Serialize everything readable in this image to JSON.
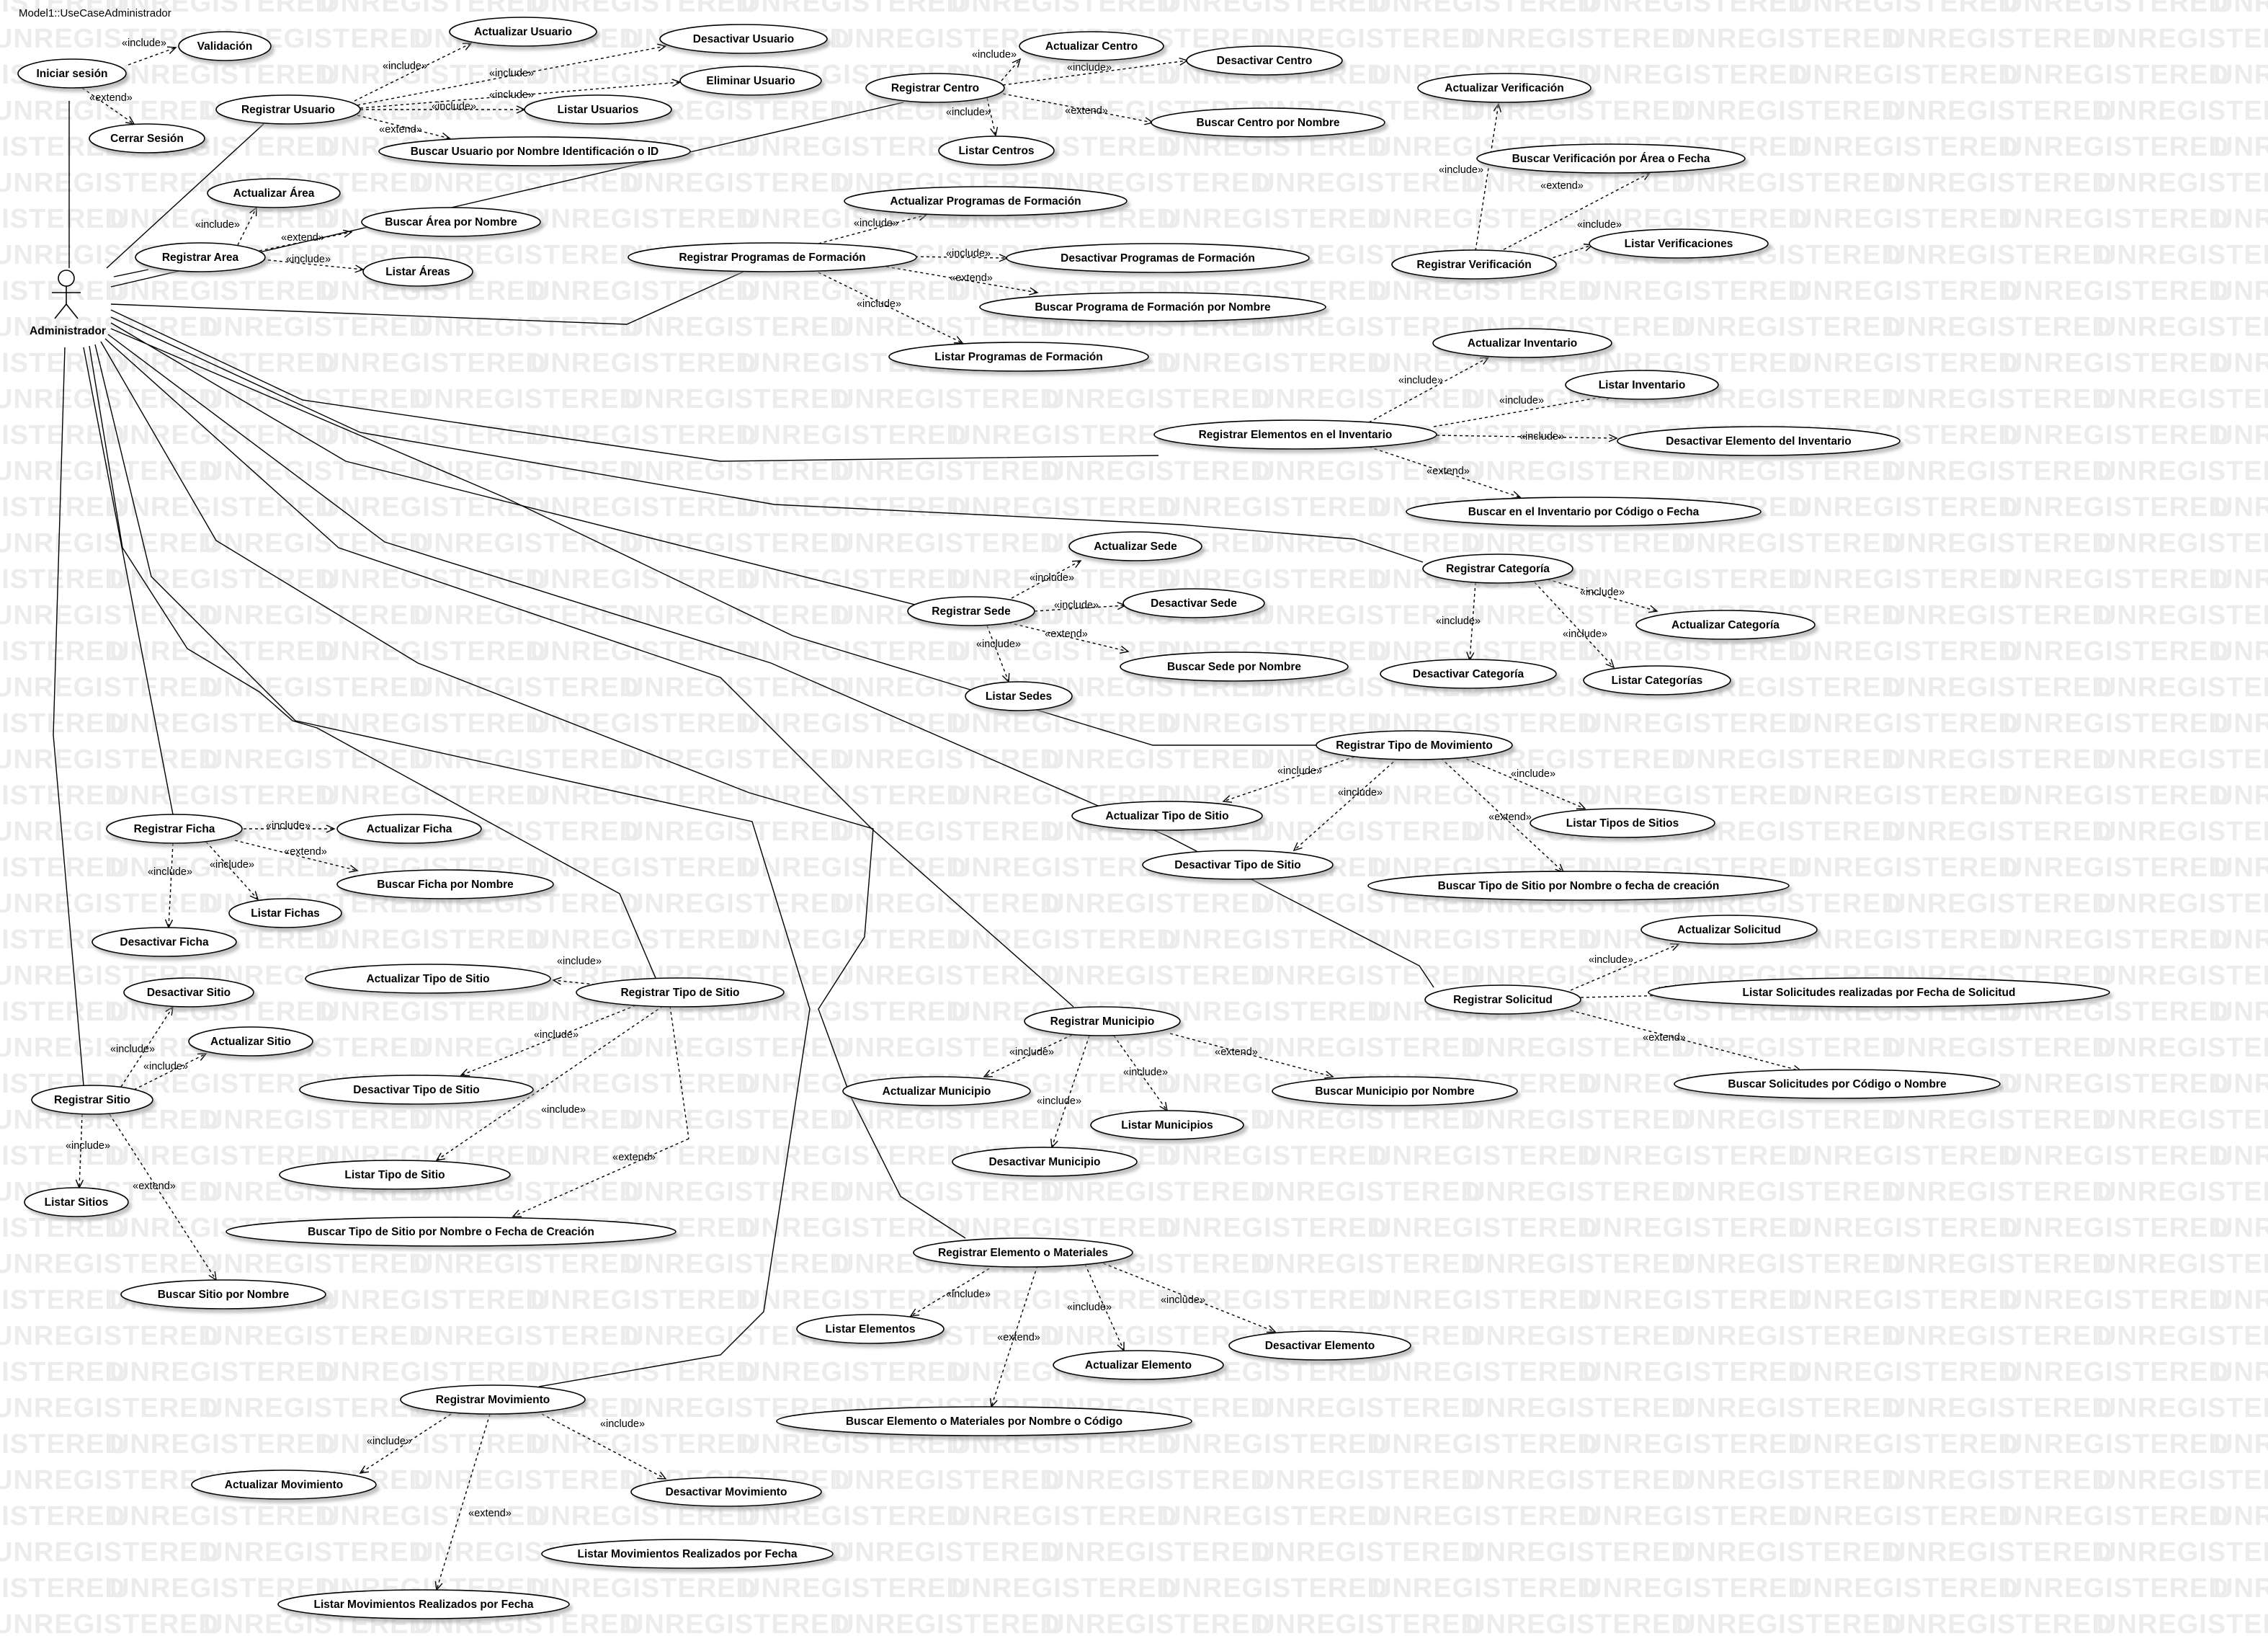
{
  "frame_title": "Model1::UseCaseAdministrador",
  "watermark": "UNREGISTERED",
  "actor": {
    "label": "Administrador"
  },
  "stereotypes": {
    "include": "«include»",
    "extend": "«extend»"
  },
  "use_cases": {
    "iniciar_sesion": "Iniciar sesión",
    "validacion": "Validación",
    "cerrar_sesion": "Cerrar Sesión",
    "registrar_usuario": "Registrar Usuario",
    "actualizar_usuario": "Actualizar Usuario",
    "desactivar_usuario": "Desactivar Usuario",
    "eliminar_usuario": "Eliminar Usuario",
    "listar_usuarios": "Listar Usuarios",
    "buscar_usuario": "Buscar Usuario por Nombre Identificación o ID",
    "registrar_centro": "Registrar Centro",
    "actualizar_centro": "Actualizar Centro",
    "desactivar_centro": "Desactivar Centro",
    "listar_centros": "Listar Centros",
    "buscar_centro": "Buscar Centro por Nombre",
    "actualizar_verificacion": "Actualizar Verificación",
    "buscar_verificacion": "Buscar Verificación por Área o Fecha",
    "listar_verificaciones": "Listar Verificaciones",
    "registrar_verificacion": "Registrar Verificación",
    "actualizar_area": "Actualizar Área",
    "registrar_area": "Registrar Area",
    "buscar_area": "Buscar Área por Nombre",
    "listar_areas": "Listar Áreas",
    "actualizar_programas": "Actualizar Programas de Formación",
    "registrar_programas": "Registrar  Programas de Formación",
    "desactivar_programas": "Desactivar Programas de Formación",
    "buscar_programa": "Buscar Programa de Formación por Nombre",
    "listar_programas": "Listar Programas de Formación",
    "actualizar_inventario": "Actualizar Inventario",
    "listar_inventario": "Listar Inventario",
    "registrar_inventario": "Registrar Elementos en el Inventario",
    "desactivar_inventario": "Desactivar Elemento del Inventario",
    "buscar_inventario": "Buscar en el Inventario por Código o Fecha",
    "registrar_categoria": "Registrar Categoría",
    "actualizar_categoria": "Actualizar Categoría",
    "desactivar_categoria": "Desactivar Categoría",
    "listar_categorias": "Listar Categorías",
    "actualizar_sede": "Actualizar Sede",
    "registrar_sede": "Registrar Sede",
    "desactivar_sede": "Desactivar Sede",
    "buscar_sede": "Buscar Sede por Nombre",
    "listar_sedes": "Listar Sedes",
    "registrar_tipo_mov": "Registrar Tipo de Movimiento",
    "actualizar_tipo_sitio_mov": "Actualizar Tipo de Sitio",
    "desactivar_tipo_sitio_mov": "Desactivar Tipo de Sitio",
    "listar_tipos_sitios": "Listar Tipos de Sitios",
    "buscar_tipo_sitio_fecha": "Buscar Tipo de Sitio por Nombre o fecha de creación",
    "registrar_ficha": "Registrar Ficha",
    "actualizar_ficha": "Actualizar Ficha",
    "buscar_ficha": "Buscar Ficha por Nombre",
    "listar_fichas": "Listar Fichas",
    "desactivar_ficha": "Desactivar Ficha",
    "actualizar_tipo_sitio": "Actualizar Tipo de Sitio",
    "registrar_tipo_sitio": "Registrar Tipo de Sitio",
    "desactivar_tipo_sitio": "Desactivar Tipo de Sitio",
    "listar_tipo_sitio": "Listar Tipo de Sitio",
    "buscar_tipo_sitio": "Buscar Tipo de Sitio por Nombre o Fecha de Creación",
    "desactivar_sitio": "Desactivar Sitio",
    "actualizar_sitio": "Actualizar Sitio",
    "registrar_sitio": "Registrar Sitio",
    "listar_sitios": "Listar Sitios",
    "buscar_sitio": "Buscar Sitio por Nombre",
    "actualizar_solicitud": "Actualizar Solicitud",
    "registrar_solicitud": "Registrar Solicitud",
    "listar_solicitudes": "Listar Solicitudes realizadas por Fecha de Solicitud",
    "buscar_solicitudes": "Buscar Solicitudes por Código o Nombre",
    "registrar_municipio": "Registrar Municipio",
    "actualizar_municipio": "Actualizar Municipio",
    "desactivar_municipio": "Desactivar Municipio",
    "listar_municipios": "Listar Municipios",
    "buscar_municipio": "Buscar Municipio por Nombre",
    "registrar_elemento": "Registrar Elemento o Materiales",
    "listar_elementos": "Listar Elementos",
    "actualizar_elemento": "Actualizar Elemento",
    "desactivar_elemento": "Desactivar Elemento",
    "buscar_elemento": "Buscar Elemento o Materiales por Nombre o Código",
    "registrar_movimiento": "Registrar Movimiento",
    "actualizar_movimiento": "Actualizar Movimiento",
    "desactivar_movimiento": "Desactivar Movimiento",
    "listar_mov_fecha_a": "Listar Movimientos Realizados por Fecha",
    "listar_mov_fecha_b": "Listar Movimientos Realizados por Fecha"
  }
}
